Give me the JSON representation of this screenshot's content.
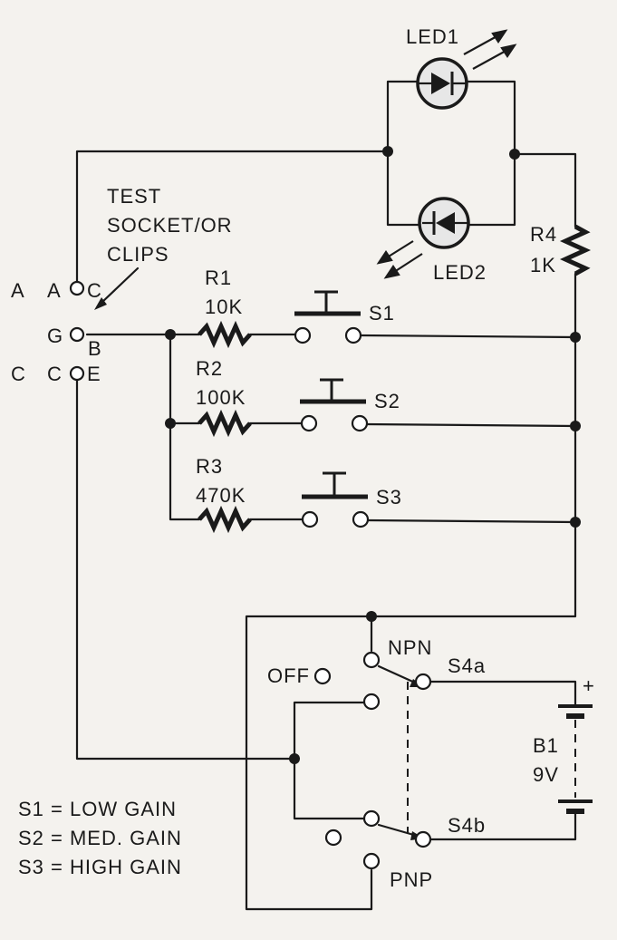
{
  "labels": {
    "led1": "LED1",
    "led2": "LED2",
    "test_socket_line1": "TEST",
    "test_socket_line2": "SOCKET/OR",
    "test_socket_line3": "CLIPS",
    "pin_a_outer": "A",
    "pin_a_inner": "A",
    "pin_c_top": "C",
    "pin_g": "G",
    "pin_b": "B",
    "pin_c_outer": "C",
    "pin_c_inner": "C",
    "pin_e": "E",
    "r1": "R1",
    "r1_value": "10K",
    "r2": "R2",
    "r2_value": "100K",
    "r3": "R3",
    "r3_value": "470K",
    "r4": "R4",
    "r4_value": "1K",
    "s1": "S1",
    "s2": "S2",
    "s3": "S3",
    "npn": "NPN",
    "off": "OFF",
    "s4a": "S4a",
    "s4b": "S4b",
    "pnp": "PNP",
    "b1": "B1",
    "b1_value": "9V",
    "plus": "+"
  },
  "legend": [
    "S1 = LOW GAIN",
    "S2 = MED. GAIN",
    "S3 = HIGH GAIN"
  ]
}
